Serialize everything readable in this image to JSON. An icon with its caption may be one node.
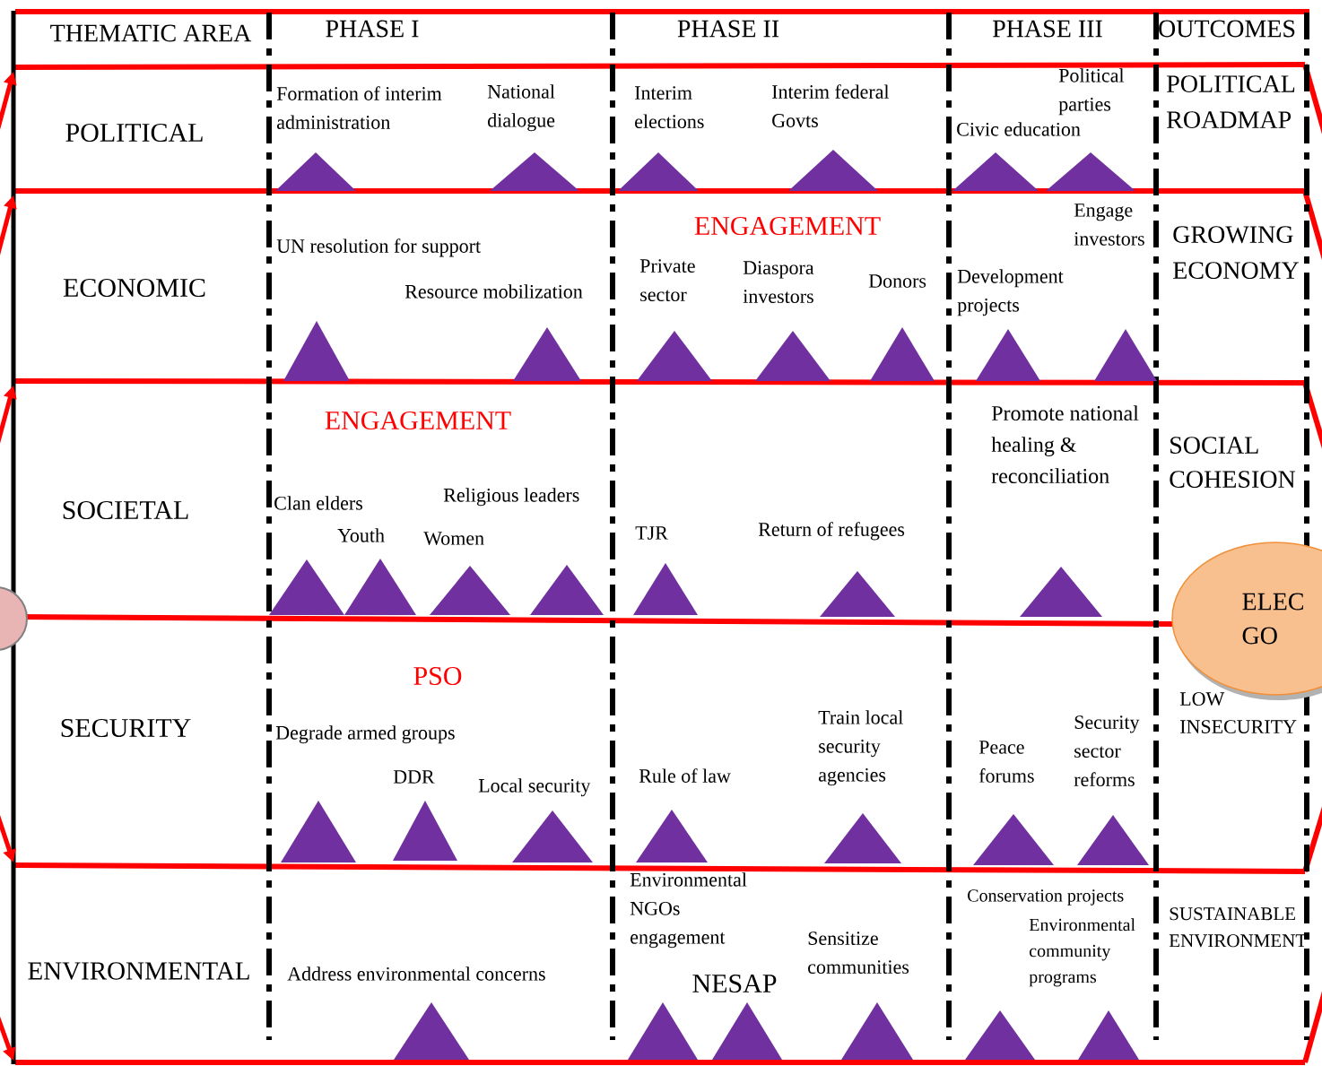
{
  "diagram": {
    "nodes": [
      {
        "text": [
          "ELEC GO"
        ]
      },
      {
        "text": [],
        "shape": "circle"
      }
    ],
    "labels": [
      "THEMATIC AREA",
      "PHASE I",
      "PHASE II",
      "PHASE III",
      "OUTCOMES",
      "POLITICAL",
      "Formation of interim administration",
      "National dialogue",
      "Interim elections",
      "Interim federal Govts",
      "Political parties",
      "Civic education",
      "POLITICAL ROADMAP",
      "ECONOMIC",
      "ENGAGEMENT",
      "Engage investors",
      "UN resolution for support",
      "Private sector",
      "Diaspora investors",
      "Donors",
      "Resource mobilization",
      "Development projects",
      "GROWING ECONOMY",
      "SOCIETAL",
      "ENGAGEMENT",
      "Promote national healing & reconciliation",
      "SOCIAL COHESION",
      "Clan elders",
      "Religious leaders",
      "Youth",
      "Women",
      "TJR",
      "Return of refugees",
      "PSO",
      "SECURITY",
      "LOW INSECURITY",
      "Train local security agencies",
      "Security sector reforms",
      "Degrade armed groups",
      "Peace forums",
      "DDR",
      "Local security",
      "Rule of law",
      "Environmental NGOs engagement",
      "Conservation projects",
      "SUSTAINABLE ENVIRONMENT",
      "Environmental community programs",
      "Sensitize communities",
      "ENVIRONMENTAL",
      "Address environmental concerns",
      "NESAP"
    ]
  }
}
